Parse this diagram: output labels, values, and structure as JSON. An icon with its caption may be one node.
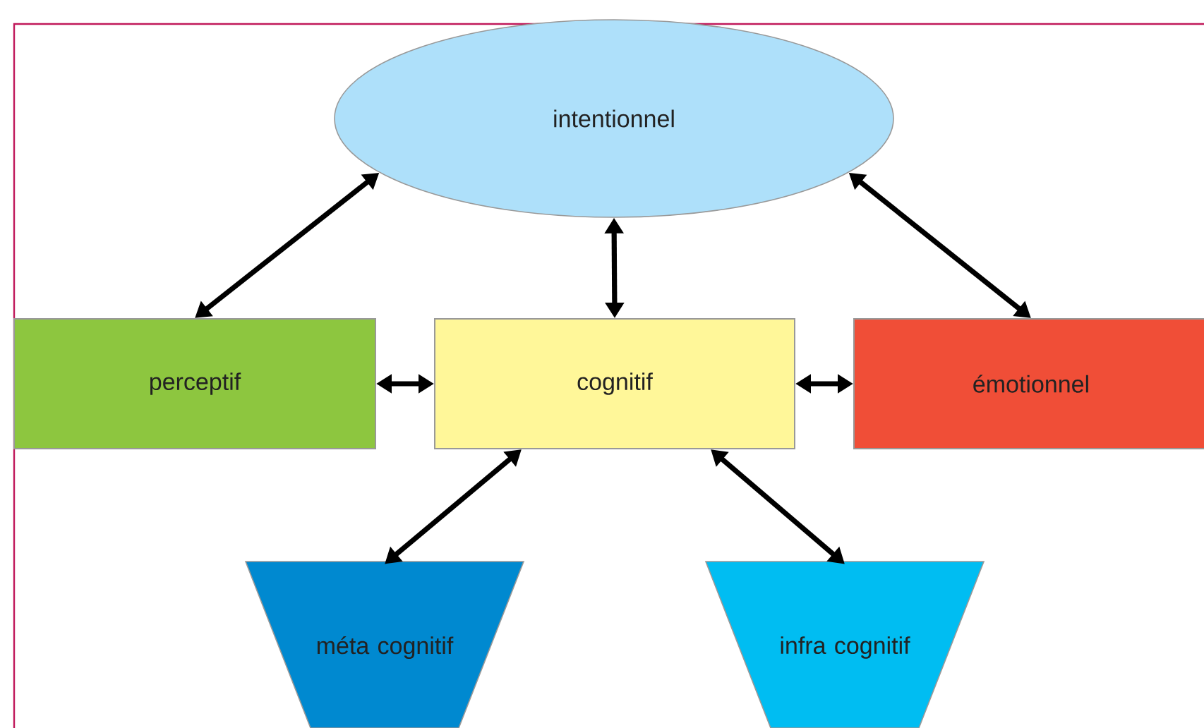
{
  "diagram": {
    "nodes": [
      {
        "text": [
          "intentionnel"
        ]
      },
      {
        "text": [
          "perceptif"
        ]
      },
      {
        "text": [
          "cognitif"
        ]
      },
      {
        "text": [
          "émotionnel"
        ]
      },
      {
        "text": [
          "méta cognitif"
        ]
      },
      {
        "text": [
          "infra cognitif"
        ]
      }
    ],
    "edges": [
      {
        "from": 0,
        "to": 1,
        "arrow": "both"
      },
      {
        "from": 0,
        "to": 2,
        "arrow": "both"
      },
      {
        "from": 0,
        "to": 3,
        "arrow": "both"
      },
      {
        "from": 1,
        "to": 2,
        "arrow": "both"
      },
      {
        "from": 2,
        "to": 3,
        "arrow": "both"
      },
      {
        "from": 2,
        "to": 4,
        "arrow": "both"
      },
      {
        "from": 2,
        "to": 5,
        "arrow": "both"
      }
    ]
  }
}
